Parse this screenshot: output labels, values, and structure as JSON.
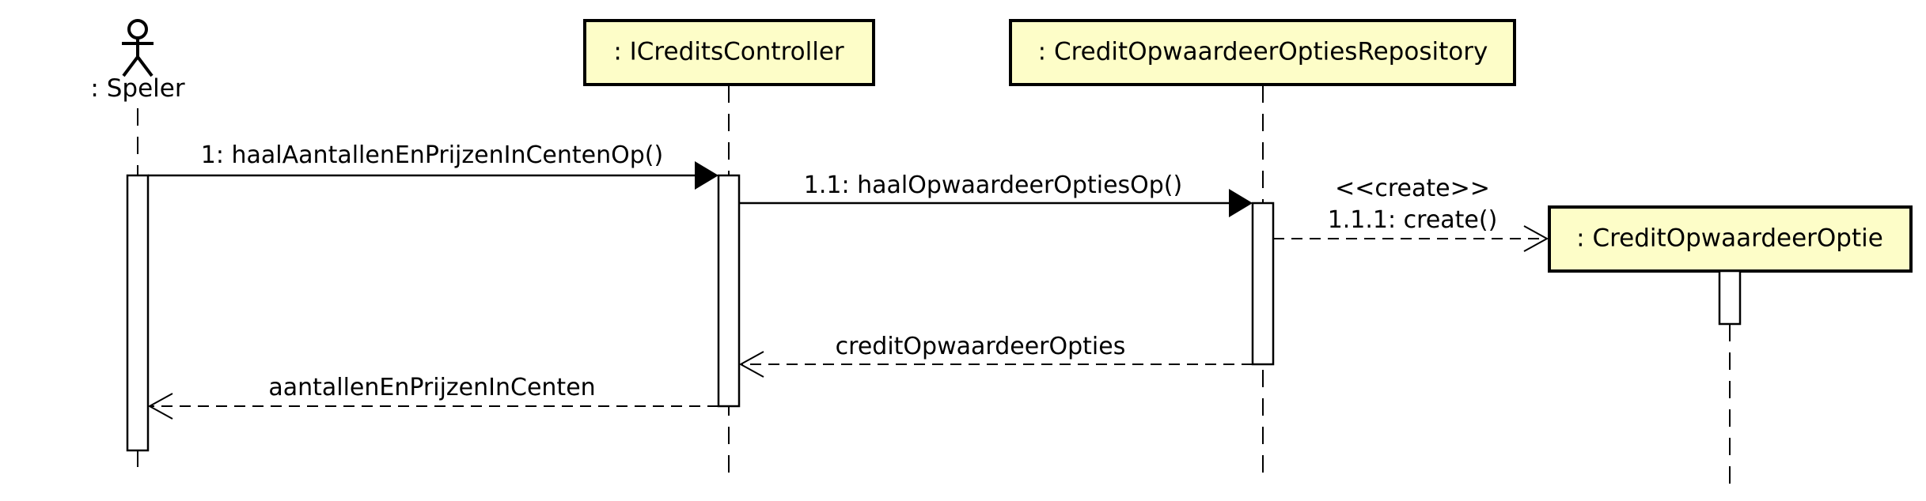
{
  "diagram": {
    "type": "uml-sequence",
    "colors": {
      "object_fill": "#fdfdc8",
      "stroke": "#000000",
      "activation_fill": "#ffffff"
    },
    "participants": [
      {
        "id": "speler",
        "label": ": Speler",
        "kind": "actor"
      },
      {
        "id": "controller",
        "label": ": ICreditsController",
        "kind": "object"
      },
      {
        "id": "repository",
        "label": ": CreditOpwaardeerOptiesRepository",
        "kind": "object"
      },
      {
        "id": "optie",
        "label": ": CreditOpwaardeerOptie",
        "kind": "object-created"
      }
    ],
    "messages": [
      {
        "id": "m1",
        "label": "1: haalAantallenEnPrijzenInCentenOp()",
        "from": "speler",
        "to": "controller",
        "kind": "synchronous"
      },
      {
        "id": "m1_1",
        "label": "1.1: haalOpwaardeerOptiesOp()",
        "from": "controller",
        "to": "repository",
        "kind": "synchronous"
      },
      {
        "id": "m1_1_1",
        "stereotype": "<<create>>",
        "label": "1.1.1: create()",
        "from": "repository",
        "to": "optie",
        "kind": "create"
      },
      {
        "id": "r1_1",
        "label": "creditOpwaardeerOpties",
        "from": "repository",
        "to": "controller",
        "kind": "return"
      },
      {
        "id": "r1",
        "label": "aantallenEnPrijzenInCenten",
        "from": "controller",
        "to": "speler",
        "kind": "return"
      }
    ]
  }
}
